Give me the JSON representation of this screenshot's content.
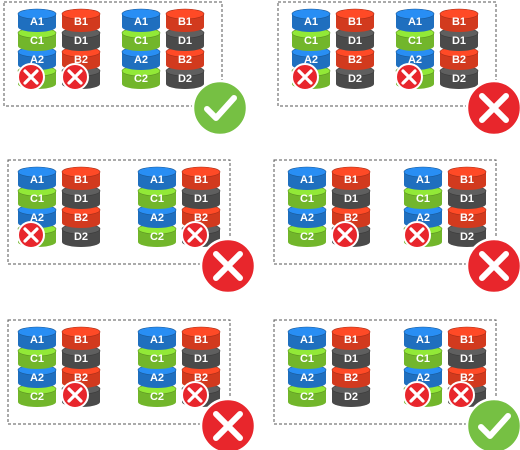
{
  "colors": {
    "blue": "#1f6fbf",
    "green": "#72b62b",
    "red": "#d23a1e",
    "dark": "#4a4a4a",
    "fail_badge": "#e8262c",
    "ok_badge": "#76c043",
    "frame": "#555555"
  },
  "icons": {
    "disk": "disk-cylinder-icon",
    "fail_small": "failed-disk-x-icon",
    "fail_large": "array-failed-x-icon",
    "ok_large": "array-ok-check-icon"
  },
  "panels": [
    {
      "name": "scenario-1",
      "result": "ok",
      "nodes": [
        {
          "stacks": [
            {
              "disks": [
                {
                  "label": "A1",
                  "color": "blue"
                },
                {
                  "label": "C1",
                  "color": "green"
                },
                {
                  "label": "A2",
                  "color": "blue"
                },
                {
                  "label": "C2",
                  "color": "green"
                }
              ]
            },
            {
              "disks": [
                {
                  "label": "B1",
                  "color": "red"
                },
                {
                  "label": "D1",
                  "color": "dark"
                },
                {
                  "label": "B2",
                  "color": "red"
                },
                {
                  "label": "D2",
                  "color": "dark"
                }
              ]
            }
          ]
        },
        {
          "stacks": [
            {
              "disks": [
                {
                  "label": "A1",
                  "color": "blue"
                },
                {
                  "label": "C1",
                  "color": "green"
                },
                {
                  "label": "A2",
                  "color": "blue"
                },
                {
                  "label": "C2",
                  "color": "green"
                }
              ]
            },
            {
              "disks": [
                {
                  "label": "B1",
                  "color": "red"
                },
                {
                  "label": "D1",
                  "color": "dark"
                },
                {
                  "label": "B2",
                  "color": "red"
                },
                {
                  "label": "D2",
                  "color": "dark"
                }
              ]
            }
          ]
        }
      ],
      "failed": [
        {
          "node": 0,
          "stack": 0
        },
        {
          "node": 0,
          "stack": 1
        }
      ]
    },
    {
      "name": "scenario-2",
      "result": "fail",
      "nodes": [
        {
          "stacks": [
            {
              "disks": [
                {
                  "label": "A1",
                  "color": "blue"
                },
                {
                  "label": "C1",
                  "color": "green"
                },
                {
                  "label": "A2",
                  "color": "blue"
                },
                {
                  "label": "C2",
                  "color": "green"
                }
              ]
            },
            {
              "disks": [
                {
                  "label": "B1",
                  "color": "red"
                },
                {
                  "label": "D1",
                  "color": "dark"
                },
                {
                  "label": "B2",
                  "color": "red"
                },
                {
                  "label": "D2",
                  "color": "dark"
                }
              ]
            }
          ]
        },
        {
          "stacks": [
            {
              "disks": [
                {
                  "label": "A1",
                  "color": "blue"
                },
                {
                  "label": "C1",
                  "color": "green"
                },
                {
                  "label": "A2",
                  "color": "blue"
                },
                {
                  "label": "C2",
                  "color": "green"
                }
              ]
            },
            {
              "disks": [
                {
                  "label": "B1",
                  "color": "red"
                },
                {
                  "label": "D1",
                  "color": "dark"
                },
                {
                  "label": "B2",
                  "color": "red"
                },
                {
                  "label": "D2",
                  "color": "dark"
                }
              ]
            }
          ]
        }
      ],
      "failed": [
        {
          "node": 0,
          "stack": 0
        },
        {
          "node": 1,
          "stack": 0
        }
      ]
    },
    {
      "name": "scenario-3",
      "result": "fail",
      "nodes": [
        {
          "stacks": [
            {
              "disks": [
                {
                  "label": "A1",
                  "color": "blue"
                },
                {
                  "label": "C1",
                  "color": "green"
                },
                {
                  "label": "A2",
                  "color": "blue"
                },
                {
                  "label": "C2",
                  "color": "green"
                }
              ]
            },
            {
              "disks": [
                {
                  "label": "B1",
                  "color": "red"
                },
                {
                  "label": "D1",
                  "color": "dark"
                },
                {
                  "label": "B2",
                  "color": "red"
                },
                {
                  "label": "D2",
                  "color": "dark"
                }
              ]
            }
          ]
        },
        {
          "stacks": [
            {
              "disks": [
                {
                  "label": "A1",
                  "color": "blue"
                },
                {
                  "label": "C1",
                  "color": "green"
                },
                {
                  "label": "A2",
                  "color": "blue"
                },
                {
                  "label": "C2",
                  "color": "green"
                }
              ]
            },
            {
              "disks": [
                {
                  "label": "B1",
                  "color": "red"
                },
                {
                  "label": "D1",
                  "color": "dark"
                },
                {
                  "label": "B2",
                  "color": "red"
                },
                {
                  "label": "D2",
                  "color": "dark"
                }
              ]
            }
          ]
        }
      ],
      "failed": [
        {
          "node": 0,
          "stack": 0
        },
        {
          "node": 1,
          "stack": 1
        }
      ]
    },
    {
      "name": "scenario-4",
      "result": "fail",
      "nodes": [
        {
          "stacks": [
            {
              "disks": [
                {
                  "label": "A1",
                  "color": "blue"
                },
                {
                  "label": "C1",
                  "color": "green"
                },
                {
                  "label": "A2",
                  "color": "blue"
                },
                {
                  "label": "C2",
                  "color": "green"
                }
              ]
            },
            {
              "disks": [
                {
                  "label": "B1",
                  "color": "red"
                },
                {
                  "label": "D1",
                  "color": "dark"
                },
                {
                  "label": "B2",
                  "color": "red"
                },
                {
                  "label": "D2",
                  "color": "dark"
                }
              ]
            }
          ]
        },
        {
          "stacks": [
            {
              "disks": [
                {
                  "label": "A1",
                  "color": "blue"
                },
                {
                  "label": "C1",
                  "color": "green"
                },
                {
                  "label": "A2",
                  "color": "blue"
                },
                {
                  "label": "C2",
                  "color": "green"
                }
              ]
            },
            {
              "disks": [
                {
                  "label": "B1",
                  "color": "red"
                },
                {
                  "label": "D1",
                  "color": "dark"
                },
                {
                  "label": "B2",
                  "color": "red"
                },
                {
                  "label": "D2",
                  "color": "dark"
                }
              ]
            }
          ]
        }
      ],
      "failed": [
        {
          "node": 0,
          "stack": 1
        },
        {
          "node": 1,
          "stack": 0
        }
      ]
    },
    {
      "name": "scenario-5",
      "result": "fail",
      "nodes": [
        {
          "stacks": [
            {
              "disks": [
                {
                  "label": "A1",
                  "color": "blue"
                },
                {
                  "label": "C1",
                  "color": "green"
                },
                {
                  "label": "A2",
                  "color": "blue"
                },
                {
                  "label": "C2",
                  "color": "green"
                }
              ]
            },
            {
              "disks": [
                {
                  "label": "B1",
                  "color": "red"
                },
                {
                  "label": "D1",
                  "color": "dark"
                },
                {
                  "label": "B2",
                  "color": "red"
                },
                {
                  "label": "D2",
                  "color": "dark"
                }
              ]
            }
          ]
        },
        {
          "stacks": [
            {
              "disks": [
                {
                  "label": "A1",
                  "color": "blue"
                },
                {
                  "label": "C1",
                  "color": "green"
                },
                {
                  "label": "A2",
                  "color": "blue"
                },
                {
                  "label": "C2",
                  "color": "green"
                }
              ]
            },
            {
              "disks": [
                {
                  "label": "B1",
                  "color": "red"
                },
                {
                  "label": "D1",
                  "color": "dark"
                },
                {
                  "label": "B2",
                  "color": "red"
                },
                {
                  "label": "D2",
                  "color": "dark"
                }
              ]
            }
          ]
        }
      ],
      "failed": [
        {
          "node": 0,
          "stack": 1
        },
        {
          "node": 1,
          "stack": 1
        }
      ]
    },
    {
      "name": "scenario-6",
      "result": "ok",
      "nodes": [
        {
          "stacks": [
            {
              "disks": [
                {
                  "label": "A1",
                  "color": "blue"
                },
                {
                  "label": "C1",
                  "color": "green"
                },
                {
                  "label": "A2",
                  "color": "blue"
                },
                {
                  "label": "C2",
                  "color": "green"
                }
              ]
            },
            {
              "disks": [
                {
                  "label": "B1",
                  "color": "red"
                },
                {
                  "label": "D1",
                  "color": "dark"
                },
                {
                  "label": "B2",
                  "color": "red"
                },
                {
                  "label": "D2",
                  "color": "dark"
                }
              ]
            }
          ]
        },
        {
          "stacks": [
            {
              "disks": [
                {
                  "label": "A1",
                  "color": "blue"
                },
                {
                  "label": "C1",
                  "color": "green"
                },
                {
                  "label": "A2",
                  "color": "blue"
                },
                {
                  "label": "C2",
                  "color": "green"
                }
              ]
            },
            {
              "disks": [
                {
                  "label": "B1",
                  "color": "red"
                },
                {
                  "label": "D1",
                  "color": "dark"
                },
                {
                  "label": "B2",
                  "color": "red"
                },
                {
                  "label": "D2",
                  "color": "dark"
                }
              ]
            }
          ]
        }
      ],
      "failed": [
        {
          "node": 1,
          "stack": 0
        },
        {
          "node": 1,
          "stack": 1
        }
      ]
    }
  ]
}
